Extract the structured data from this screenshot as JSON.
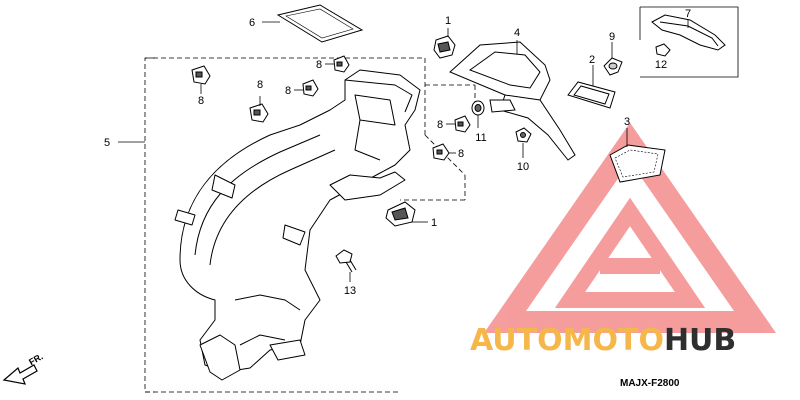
{
  "diagram": {
    "code": "MAJX-F2800",
    "direction_label": "FR.",
    "callouts": [
      {
        "id": "c6",
        "text": "6"
      },
      {
        "id": "c1a",
        "text": "1"
      },
      {
        "id": "c4",
        "text": "4"
      },
      {
        "id": "c9",
        "text": "9"
      },
      {
        "id": "c7",
        "text": "7"
      },
      {
        "id": "c2",
        "text": "2"
      },
      {
        "id": "c12",
        "text": "12"
      },
      {
        "id": "c8a",
        "text": "8"
      },
      {
        "id": "c8b",
        "text": "8"
      },
      {
        "id": "c8c",
        "text": "8"
      },
      {
        "id": "c8d",
        "text": "8"
      },
      {
        "id": "c8e",
        "text": "8"
      },
      {
        "id": "c8f",
        "text": "8"
      },
      {
        "id": "c5",
        "text": "5"
      },
      {
        "id": "c11",
        "text": "11"
      },
      {
        "id": "c10",
        "text": "10"
      },
      {
        "id": "c3",
        "text": "3"
      },
      {
        "id": "c1b",
        "text": "1"
      },
      {
        "id": "c13",
        "text": "13"
      }
    ]
  },
  "watermark": {
    "word_part1": "AUTOMOTO",
    "word_part2": "HUB",
    "color_orange": "#f6b74a",
    "color_red": "#ee4c4c",
    "color_dark": "#2f2f2f"
  }
}
